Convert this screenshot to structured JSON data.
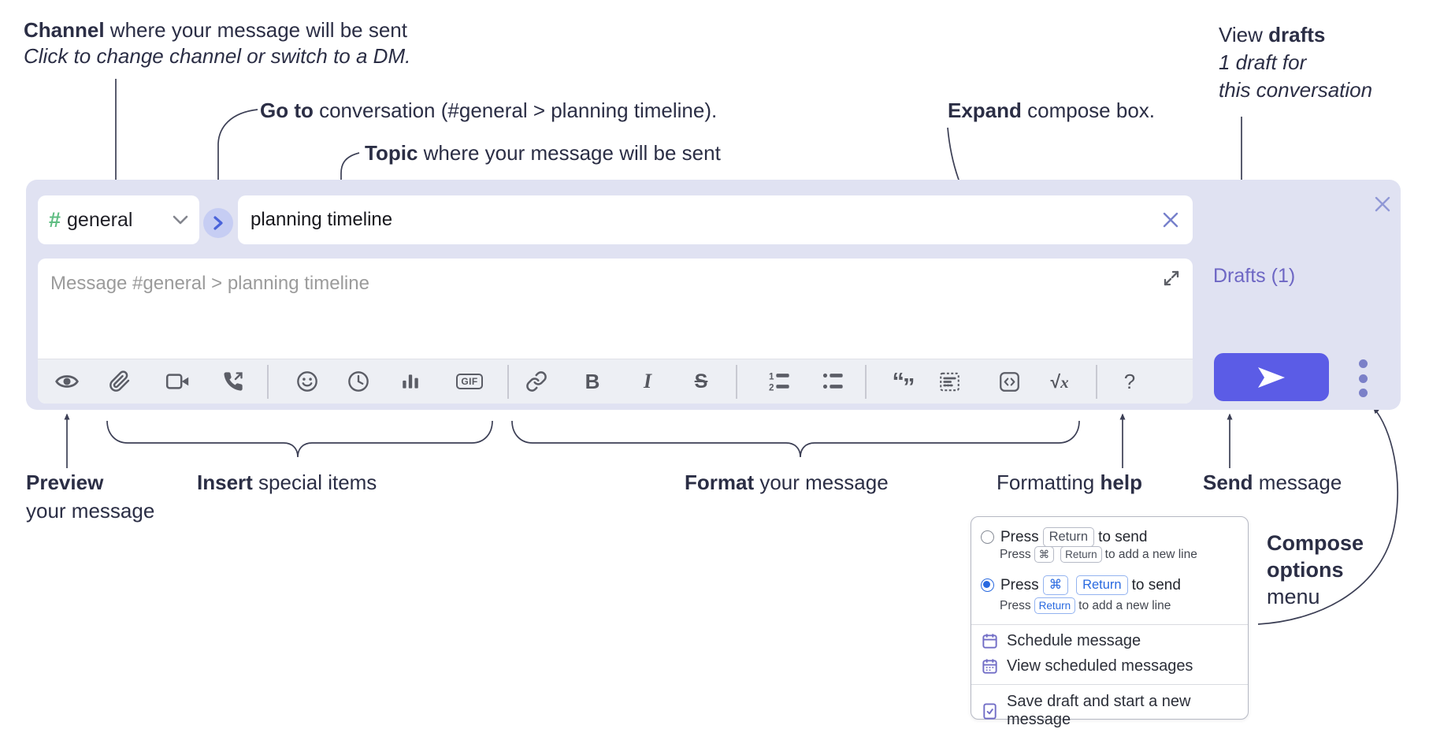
{
  "annotations": {
    "channel_bold": "Channel",
    "channel_rest": " where your message will be sent",
    "channel_sub": "Click to change channel or switch to a DM.",
    "goto_bold": "Go to",
    "goto_rest": " conversation (#general > planning timeline).",
    "topic_bold": "Topic",
    "topic_rest": " where your message will be sent",
    "expand_bold": "Expand",
    "expand_rest": " compose box.",
    "drafts_pre": "View ",
    "drafts_bold": "drafts",
    "drafts_line2": "1 draft for",
    "drafts_line3": "this conversation",
    "preview_bold": "Preview",
    "preview_line2": "your message",
    "insert_bold": "Insert",
    "insert_rest": " special items",
    "format_bold": "Format",
    "format_rest": " your message",
    "formatting_pre": "Formatting ",
    "formatting_bold": "help",
    "send_bold": "Send",
    "send_rest": " message",
    "compose_opts_1": "Compose",
    "compose_opts_2": "options",
    "compose_opts_3": "menu"
  },
  "compose": {
    "channel_hash": "#",
    "channel_name": "general",
    "topic_value": "planning timeline",
    "message_placeholder": "Message #general > planning timeline",
    "drafts_link": "Drafts (1)",
    "toolbar_labels": {
      "bold": "B",
      "italic": "I",
      "strike": "S",
      "gif": "GIF",
      "quote_open": "“",
      "quote_close": "”",
      "math_root": "√",
      "math_x": "x",
      "help": "?"
    },
    "toolbar_icons": [
      "preview-eye",
      "attach-paperclip",
      "start-video-call",
      "start-audio-call",
      "emoji",
      "add-global-time",
      "add-poll",
      "add-gif",
      "link",
      "bold",
      "italic",
      "strikethrough",
      "numbered-list",
      "bulleted-list",
      "quote",
      "spoiler",
      "code",
      "math",
      "message-formatting-help"
    ]
  },
  "options_menu": {
    "radio1": {
      "pre": "Press",
      "kbd": "Return",
      "post": "to send",
      "sub_pre": "Press",
      "sub_kbd1": "⌘",
      "sub_kbd2": "Return",
      "sub_post": "to add a new line"
    },
    "radio2": {
      "pre": "Press",
      "kbd1": "⌘",
      "kbd2": "Return",
      "post": "to send",
      "sub_pre": "Press",
      "sub_kbd": "Return",
      "sub_post": "to add a new line"
    },
    "items": [
      "Schedule message",
      "View scheduled messages",
      "Save draft and start a new message"
    ]
  },
  "colors": {
    "compose_bg": "#e0e2f2",
    "send_button": "#5b5ce6",
    "drafts_link": "#6e67c4",
    "hash_green": "#5fbd82",
    "goto_circle": "#c6cdf3",
    "goto_chevron": "#4a63da",
    "annotation_text": "#2b2e45",
    "connector_line": "#3c3f55",
    "radio_selected": "#2a6ae0",
    "menu_icon_purple": "#716dc6",
    "toolbar_icon": "#5b5d66"
  }
}
